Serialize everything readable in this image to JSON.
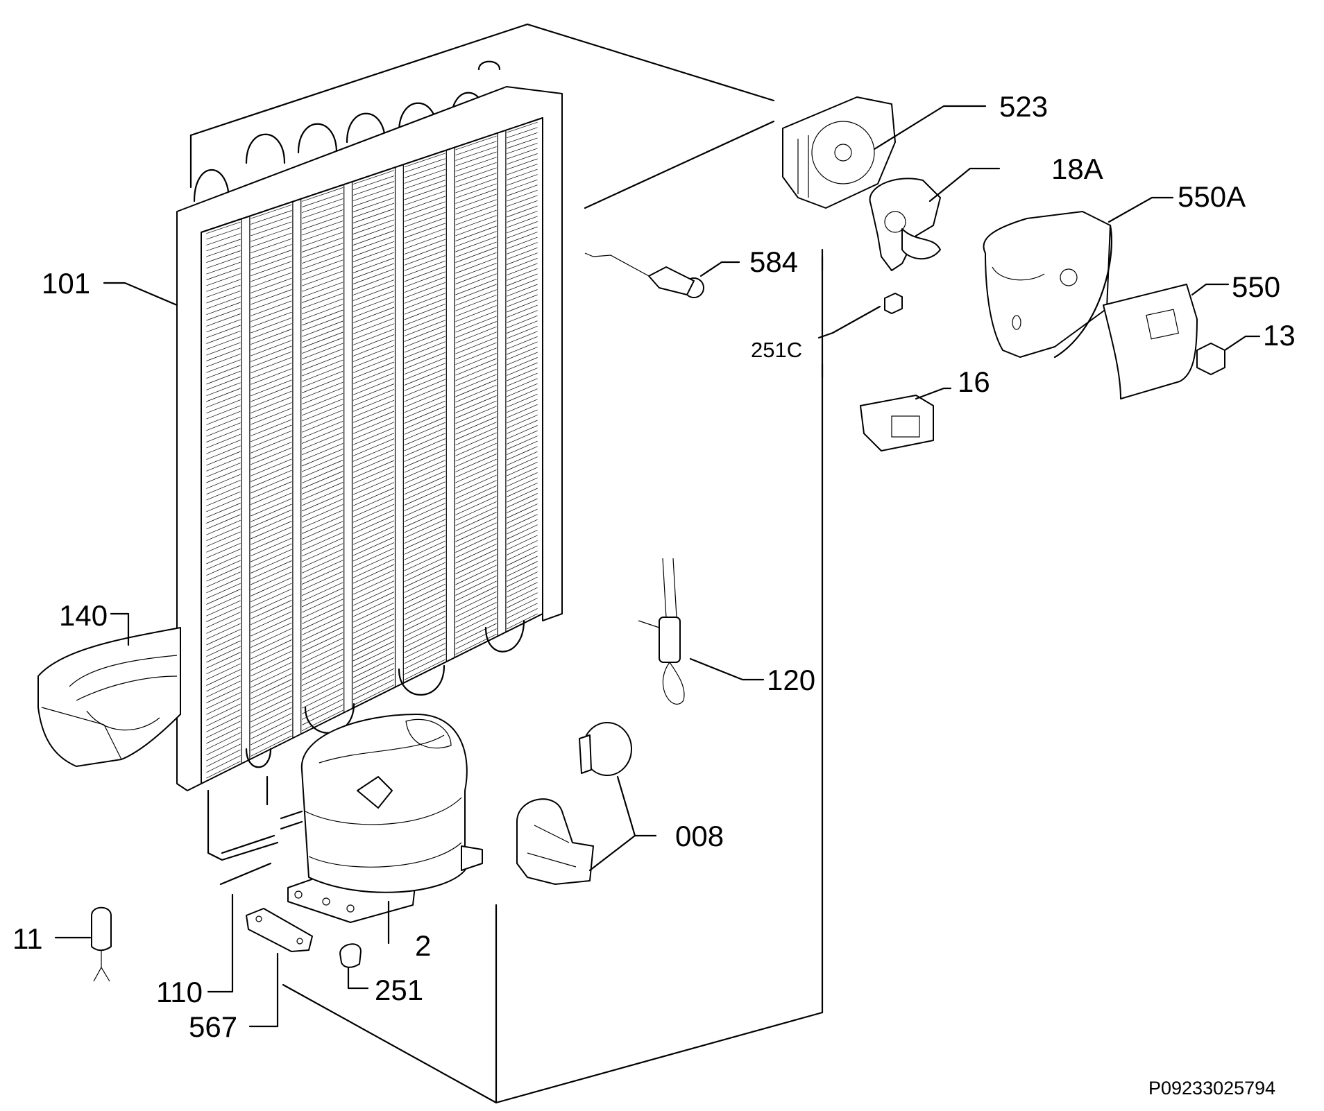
{
  "diagram": {
    "code": "P09233025794",
    "labels": {
      "l523": "523",
      "l18a": "18A",
      "l550a": "550A",
      "l584": "584",
      "l101": "101",
      "l550": "550",
      "l251c": "251C",
      "l13": "13",
      "l16": "16",
      "l140": "140",
      "l120": "120",
      "l008": "008",
      "l11": "11",
      "l2": "2",
      "l110": "110",
      "l251": "251",
      "l567": "567"
    }
  }
}
